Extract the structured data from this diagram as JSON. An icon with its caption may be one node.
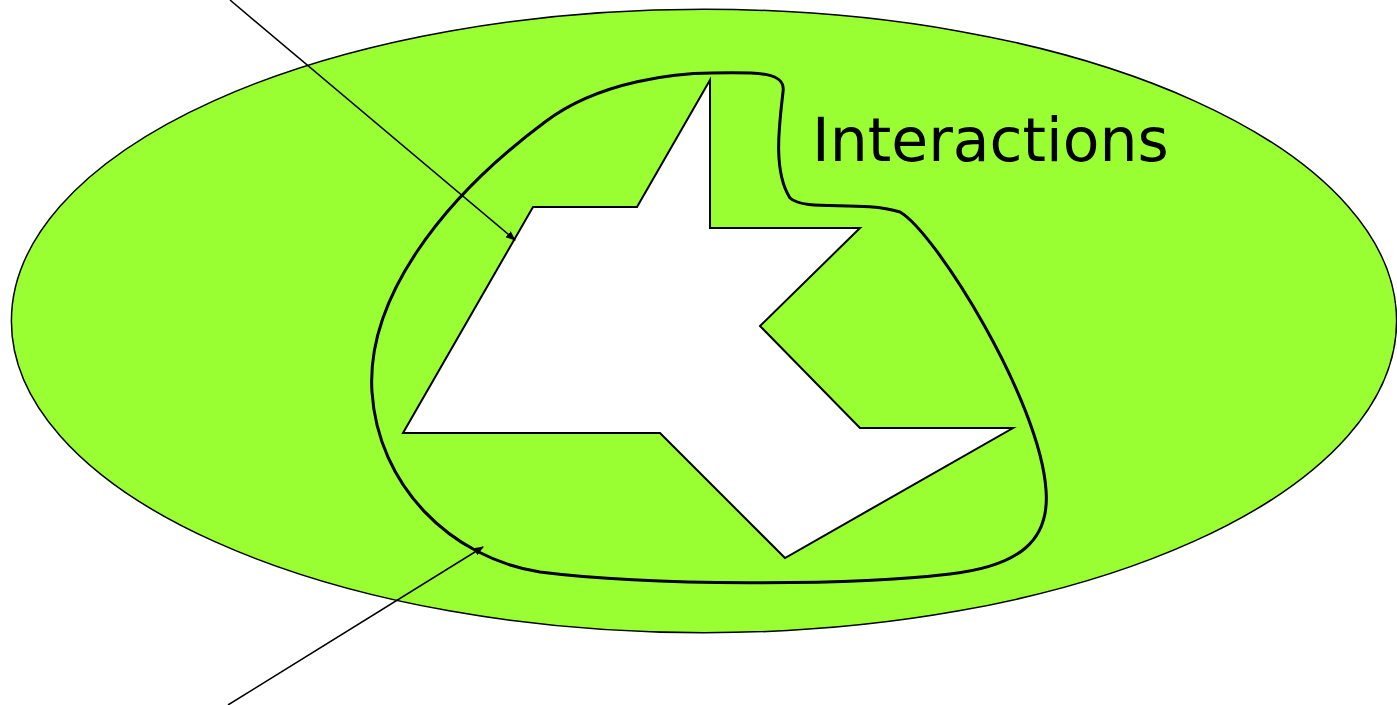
{
  "diagram": {
    "nodes": [
      {
        "text": [
          "Interactions"
        ]
      },
      {
        "text": [],
        "shape": "blob",
        "in": 0
      },
      {
        "text": [],
        "shape": "polygon",
        "in": 1
      }
    ],
    "edges": [
      {
        "from": null,
        "to": 2,
        "arrow": "to"
      },
      {
        "from": null,
        "to": 1,
        "arrow": "to"
      }
    ]
  }
}
